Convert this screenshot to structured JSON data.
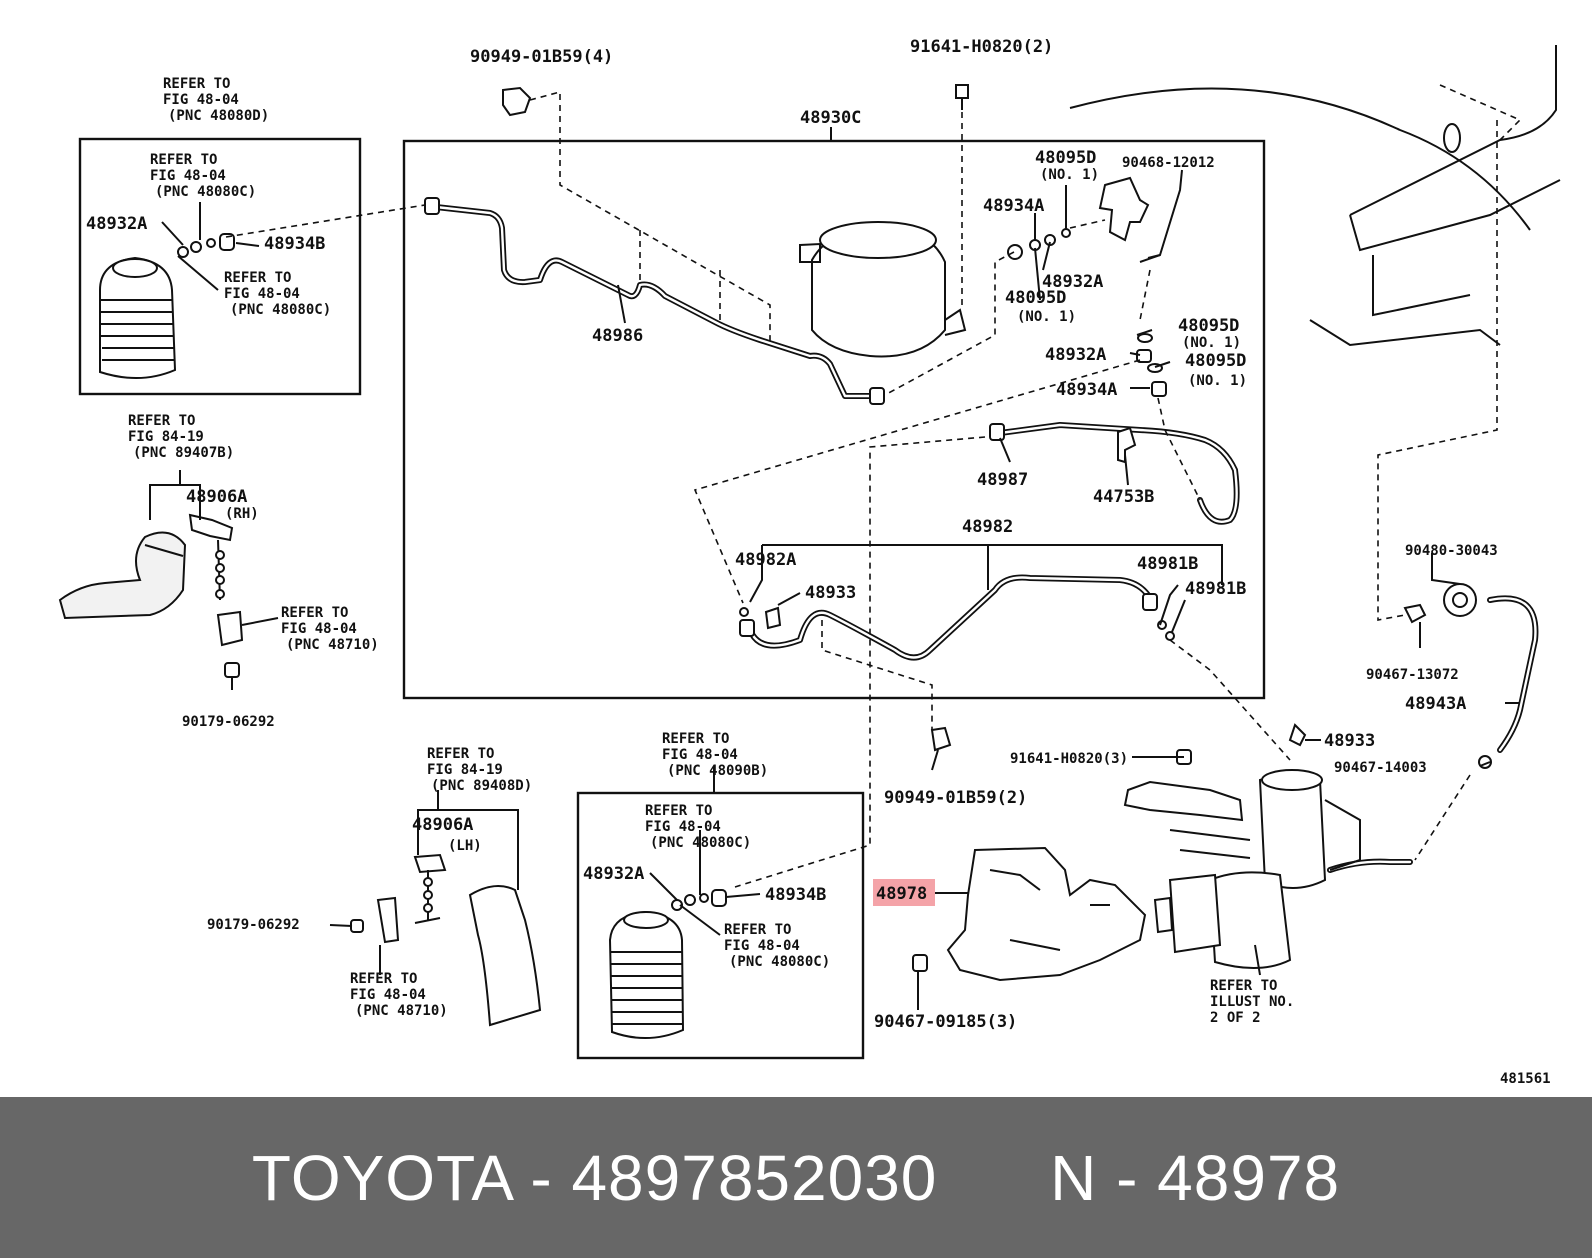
{
  "footer": {
    "brand": "TOYOTA",
    "sep1": " - ",
    "part_number": "4897852030",
    "gap": "      ",
    "ref": "N",
    "sep2": " - ",
    "part_code": "48978"
  },
  "highlight_color": "#f4a3a8",
  "diagram_id": "481561",
  "labels": {
    "b01B59_4": "90949-01B59(4)",
    "h0820_2": "91641-H0820(2)",
    "assy_48930C": "48930C",
    "tl_refer1": "REFER TO",
    "tl_fig1": "FIG 48-04",
    "tl_pnc1": "(PNC 48080D)",
    "tl_refer2": "REFER TO",
    "tl_fig2": "FIG 48-04",
    "tl_pnc2": "(PNC 48080C)",
    "tl_48932A": "48932A",
    "tl_48934B": "48934B",
    "tl_refer3": "REFER TO",
    "tl_fig3": "FIG 48-04",
    "tl_pnc3": "(PNC 48080C)",
    "p48986": "48986",
    "p48095D_top": "48095D",
    "p48095D_top_no": "(NO. 1)",
    "p90468": "90468-12012",
    "p48934A_top": "48934A",
    "p48932A_top": "48932A",
    "p48095D_mid": "48095D",
    "p48095D_mid_no": "(NO. 1)",
    "p48095D_r1": "48095D",
    "p48095D_r1_no": "(NO. 1)",
    "p48932A_r": "48932A",
    "p48095D_r2": "48095D",
    "p48095D_r2_no": "(NO. 1)",
    "p48934A_r": "48934A",
    "p48987": "48987",
    "p44753B": "44753B",
    "p48982": "48982",
    "p48982A": "48982A",
    "p48933_in": "48933",
    "p48981B_1": "48981B",
    "p48981B_2": "48981B",
    "ml_refer": "REFER TO",
    "ml_fig": "FIG 84-19",
    "ml_pnc": "(PNC 89407B)",
    "p48906A_rh": "48906A",
    "rh": "(RH)",
    "ml_refer2": "REFER TO",
    "ml_fig2": "FIG 48-04",
    "ml_pnc2": "(PNC 48710)",
    "p90179_a": "90179-06292",
    "bl_refer": "REFER TO",
    "bl_fig": "FIG 84-19",
    "bl_pnc": "(PNC 89408D)",
    "p48906A_lh": "48906A",
    "lh": "(LH)",
    "p90179_b": "90179-06292",
    "bl_refer2": "REFER TO",
    "bl_fig2": "FIG 48-04",
    "bl_pnc2": "(PNC 48710)",
    "bc_refer": "REFER TO",
    "bc_fig": "FIG 48-04",
    "bc_pnc": "(PNC 48090B)",
    "bc_refer2": "REFER TO",
    "bc_fig2": "FIG 48-04",
    "bc_pnc2": "(PNC 48080C)",
    "bc_48932A": "48932A",
    "bc_48934B": "48934B",
    "bc_refer3": "REFER TO",
    "bc_fig3": "FIG 48-04",
    "bc_pnc3": "(PNC 48080C)",
    "b01B59_2": "90949-01B59(2)",
    "p48978": "48978",
    "p90467_09185": "90467-09185(3)",
    "h0820_3": "91641-H0820(3)",
    "p48933_r": "48933",
    "p90467_14003": "90467-14003",
    "p90480": "90480-30043",
    "p90467_13072": "90467-13072",
    "p48943A": "48943A",
    "ill_refer": "REFER TO",
    "ill_no": "ILLUST NO.",
    "ill_of": "2 OF 2"
  }
}
